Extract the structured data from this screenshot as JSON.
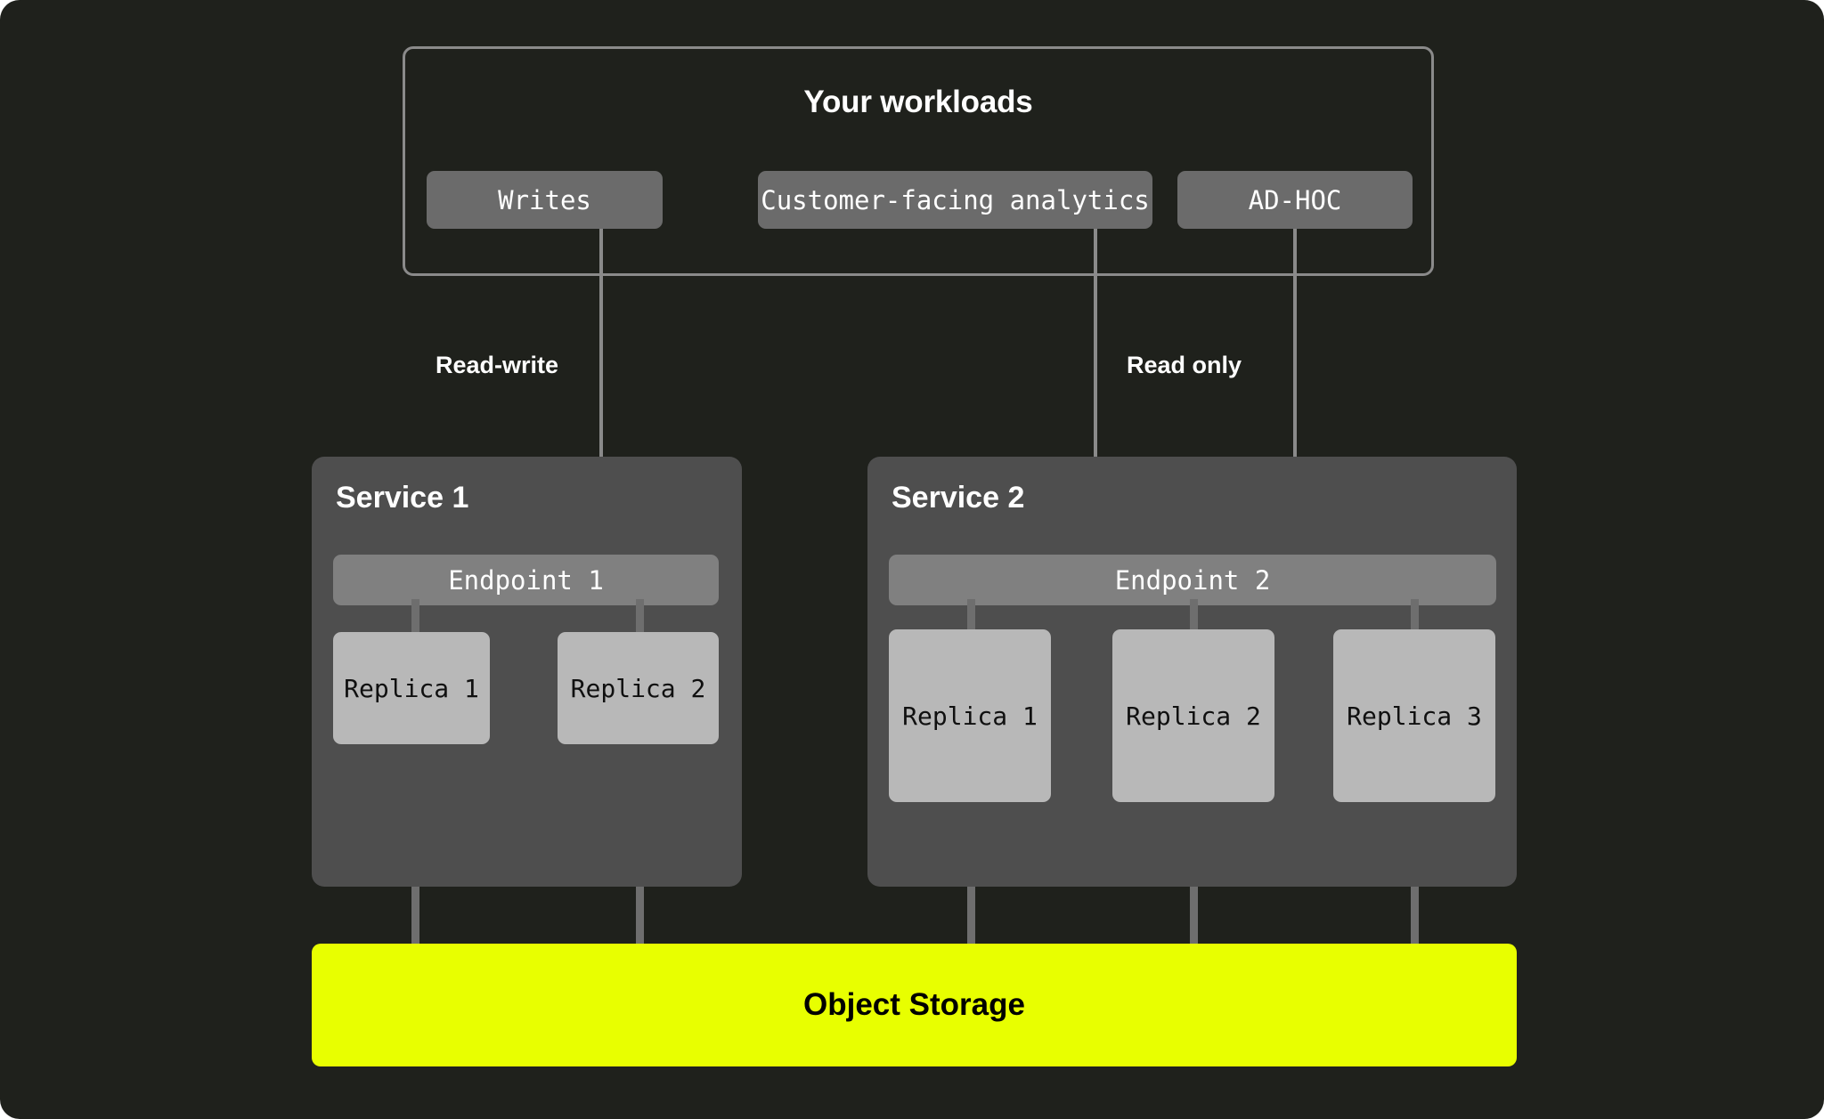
{
  "workloads": {
    "title": "Your workloads",
    "items": [
      {
        "label": "Writes"
      },
      {
        "label": "Customer-facing analytics"
      },
      {
        "label": "AD-HOC"
      }
    ]
  },
  "flows": {
    "read_write": "Read-write",
    "read_only": "Read only"
  },
  "services": [
    {
      "title": "Service 1",
      "endpoint": "Endpoint 1",
      "replicas": [
        {
          "label": "Replica 1"
        },
        {
          "label": "Replica 2"
        }
      ]
    },
    {
      "title": "Service 2",
      "endpoint": "Endpoint 2",
      "replicas": [
        {
          "label": "Replica 1"
        },
        {
          "label": "Replica 2"
        },
        {
          "label": "Replica 3"
        }
      ]
    }
  ],
  "storage": {
    "label": "Object Storage"
  },
  "colors": {
    "background": "#1f211c",
    "panel": "#4e4e4e",
    "chip": "#6b6b6b",
    "endpoint": "#808080",
    "replica": "#b8b8b8",
    "connector": "#8a8a8a",
    "storage_accent": "#e8ff00",
    "text_light": "#ffffff",
    "text_dark": "#000000"
  }
}
